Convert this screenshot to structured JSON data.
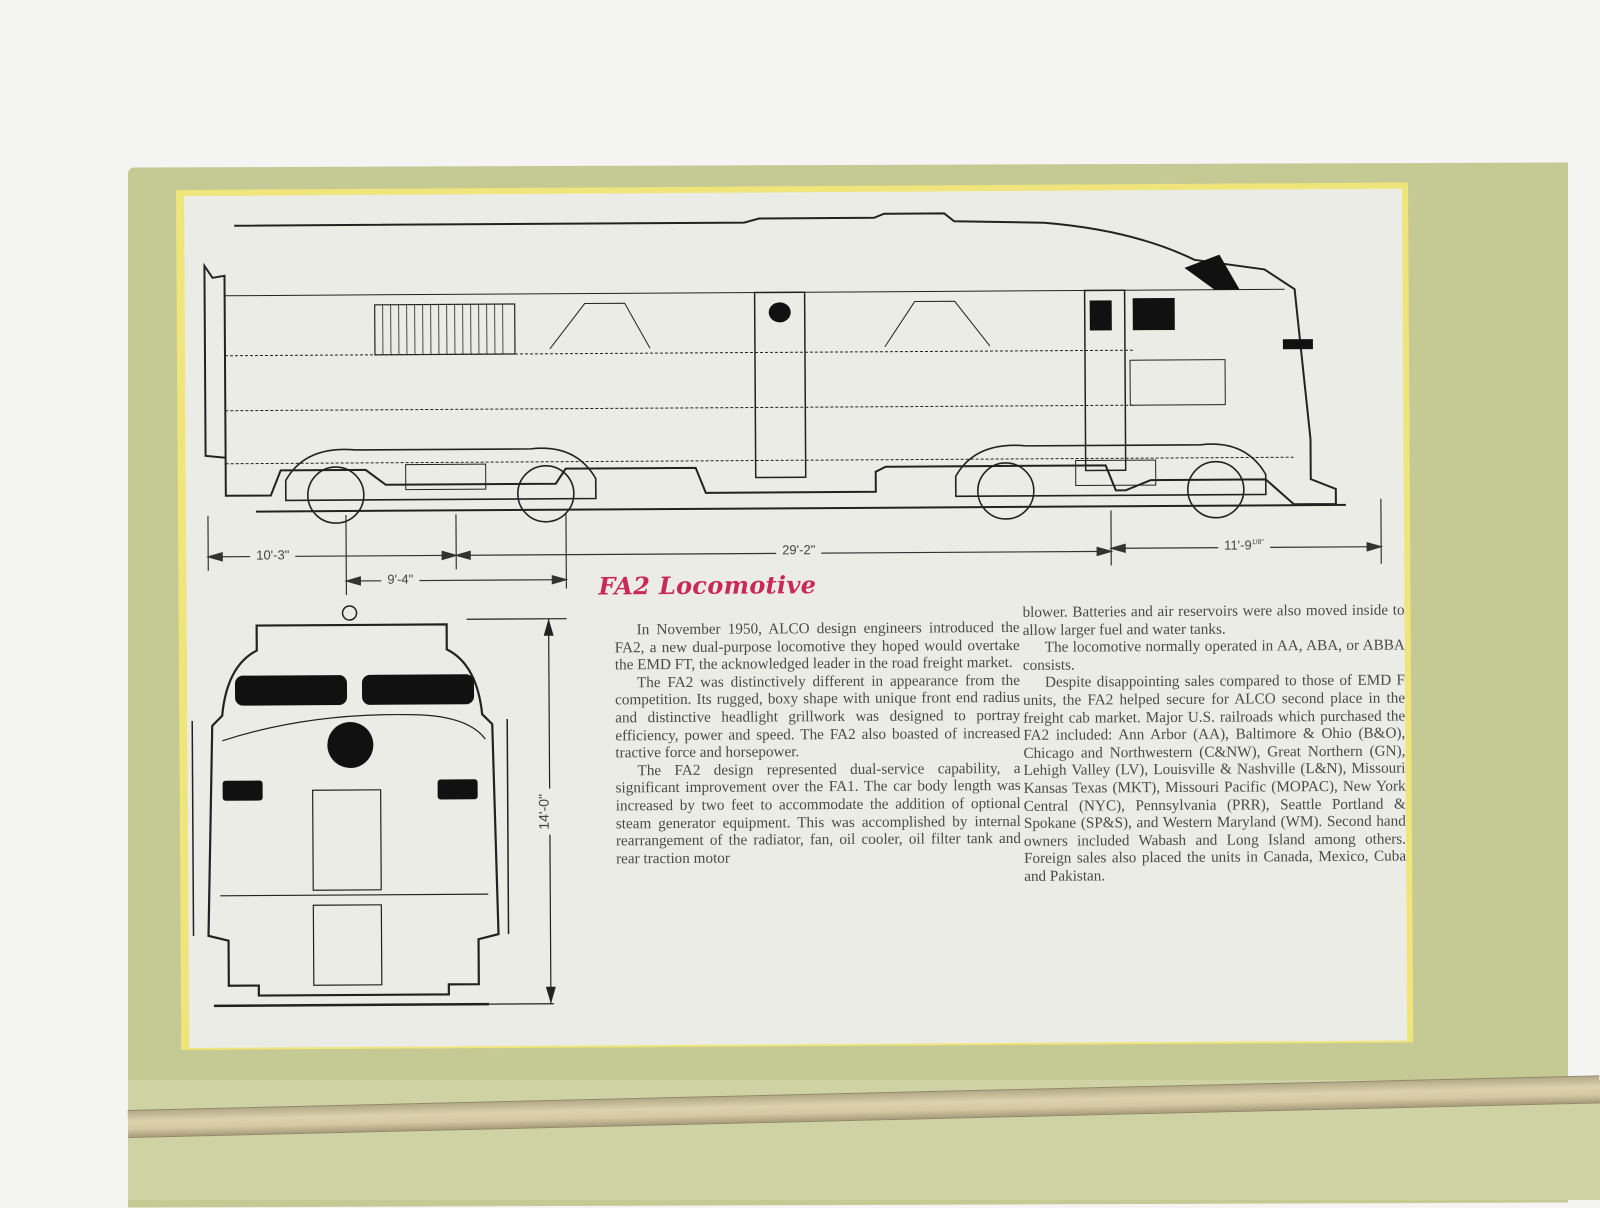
{
  "document": {
    "title": "FA2 Locomotive",
    "title_color": "#c8285a",
    "board_color": "#c5c994",
    "frame_color": "#efe57a",
    "page_color": "#ecece6"
  },
  "diagram": {
    "side_view": {
      "subject": "ALCO FA2 locomotive side elevation line drawing",
      "dimensions": {
        "d1": "10'-3\"",
        "d2": "9'-4\"",
        "d3": "29'-2\"",
        "d4_main": "11'-9",
        "d4_fraction": "1/8\""
      }
    },
    "front_view": {
      "subject": "ALCO FA2 locomotive front elevation line drawing",
      "height_dimension": "14'-0\""
    }
  },
  "article": {
    "column1": [
      "In November 1950, ALCO design engineers introduced the FA2, a new dual-purpose locomotive they hoped would overtake the EMD FT, the acknowledged leader in the road freight market.",
      "The FA2 was distinctively different in appearance from the competition. Its rugged, boxy shape with unique front end radius and distinctive headlight grillwork was designed to portray efficiency, power and speed. The FA2 also boasted of increased tractive force and horsepower.",
      "The FA2 design represented dual-service capability, a significant improvement over the FA1. The car body length was increased by two feet to accommodate the addition of optional steam generator equipment. This was accomplished by internal rearrangement of the radiator, fan, oil cooler, oil filter tank and rear traction motor"
    ],
    "column2": [
      "blower. Batteries and air reservoirs were also moved inside to allow larger fuel and water tanks.",
      "The locomotive normally operated in AA, ABA, or ABBA consists.",
      "Despite disappointing sales compared to those of EMD F units, the FA2 helped secure for ALCO second place in the freight cab market. Major U.S. railroads which purchased the FA2 included: Ann Arbor (AA), Baltimore & Ohio (B&O), Chicago and Northwestern (C&NW), Great Northern (GN), Lehigh Valley (LV), Louisville & Nashville (L&N), Missouri Kansas Texas (MKT), Missouri Pacific (MOPAC), New York Central (NYC), Pennsylvania (PRR), Seattle Portland & Spokane (SP&S), and Western Maryland (WM). Second hand owners included Wabash and Long Island among others. Foreign sales also placed the units in Canada, Mexico, Cuba and Pakistan."
    ]
  }
}
